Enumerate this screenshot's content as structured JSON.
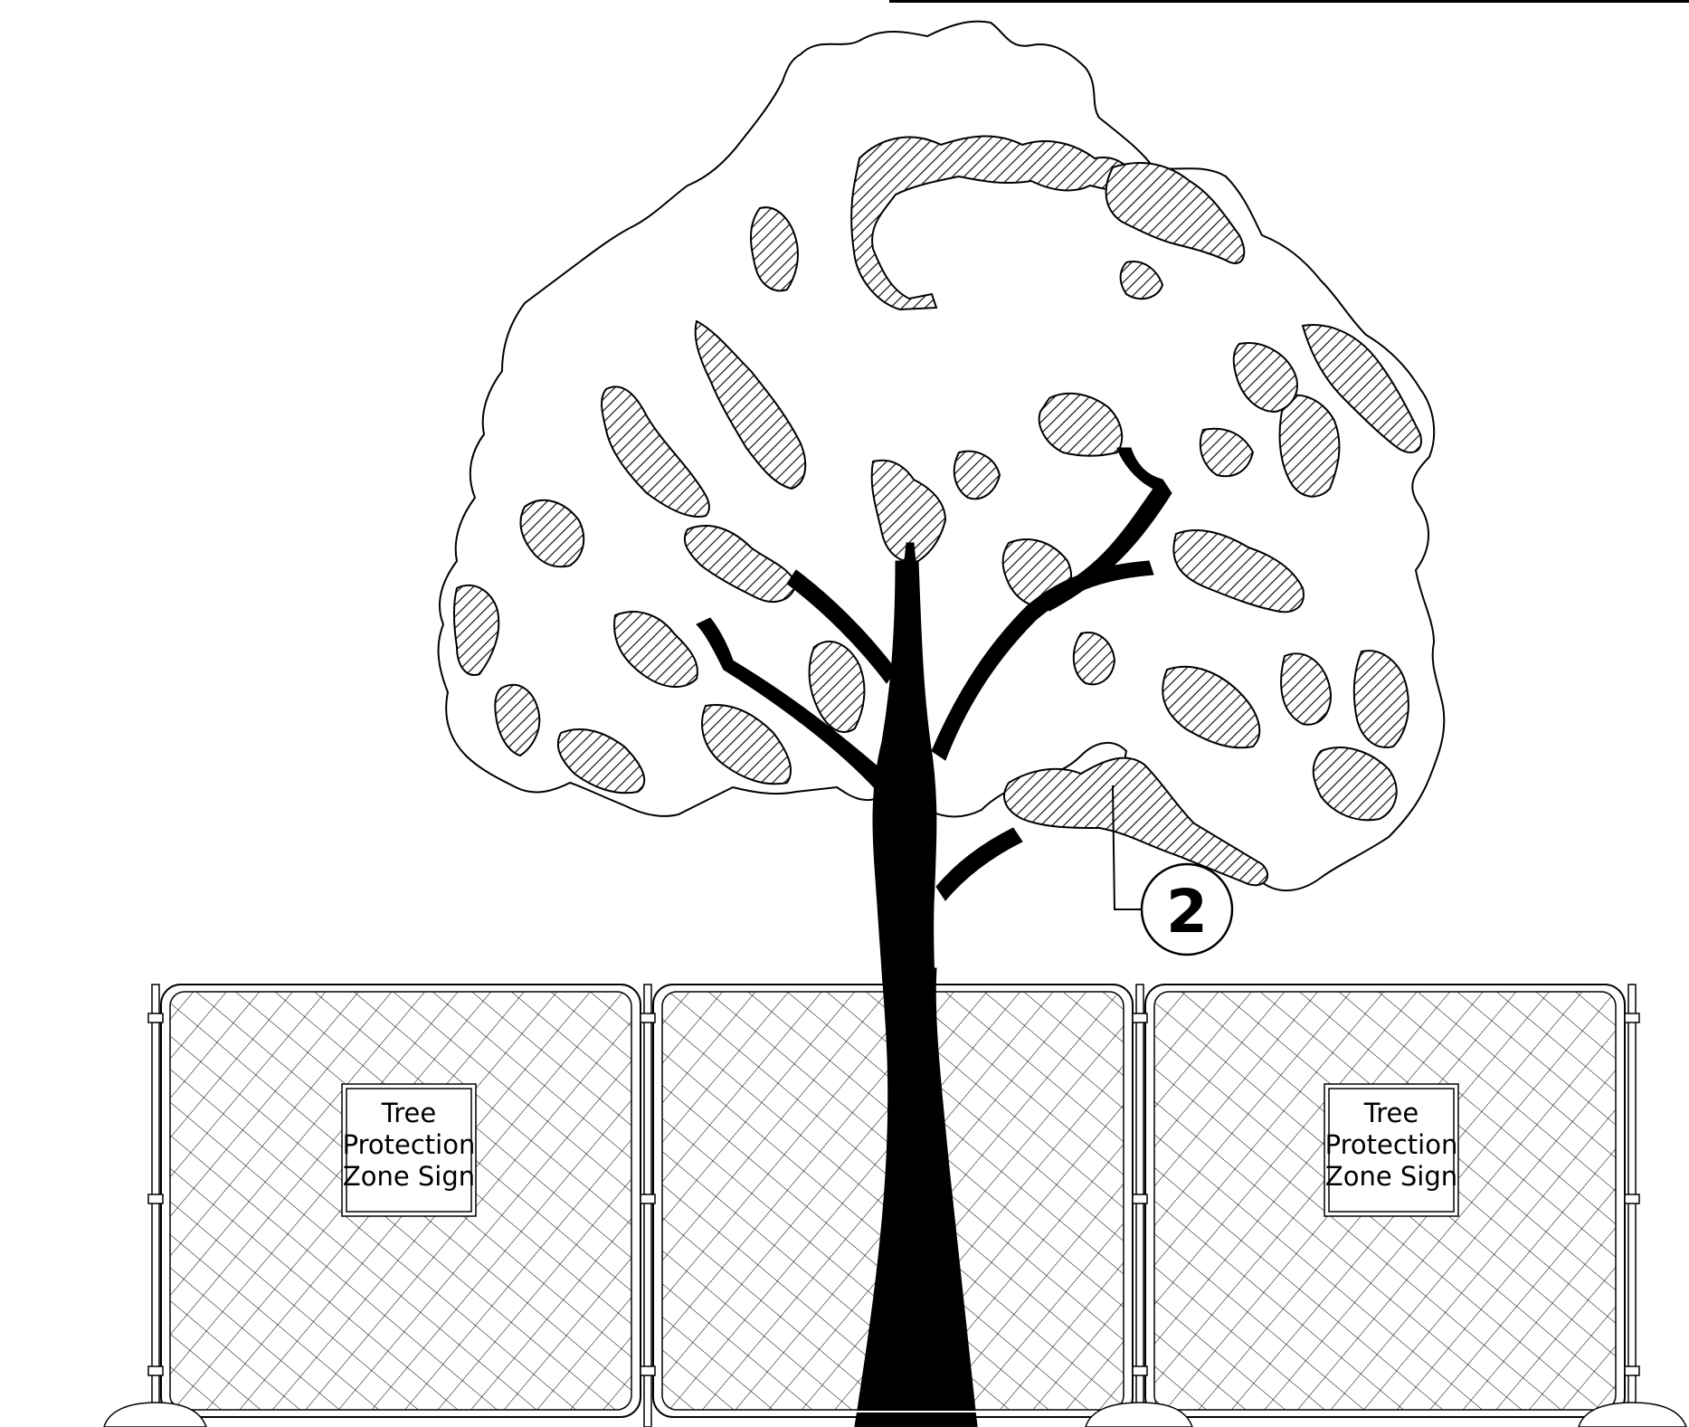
{
  "callout": {
    "number": "2"
  },
  "signs": [
    {
      "lines": [
        "Tree",
        "Protection",
        "Zone Sign"
      ]
    },
    {
      "lines": [
        "Tree",
        "Protection",
        "Zone Sign"
      ]
    }
  ],
  "colors": {
    "ink": "#000000",
    "foliage_hatch": "#000000",
    "paper": "#ffffff"
  },
  "icons": {
    "tree": "deciduous-tree-elevation",
    "fence": "chain-link-fence-panel"
  }
}
